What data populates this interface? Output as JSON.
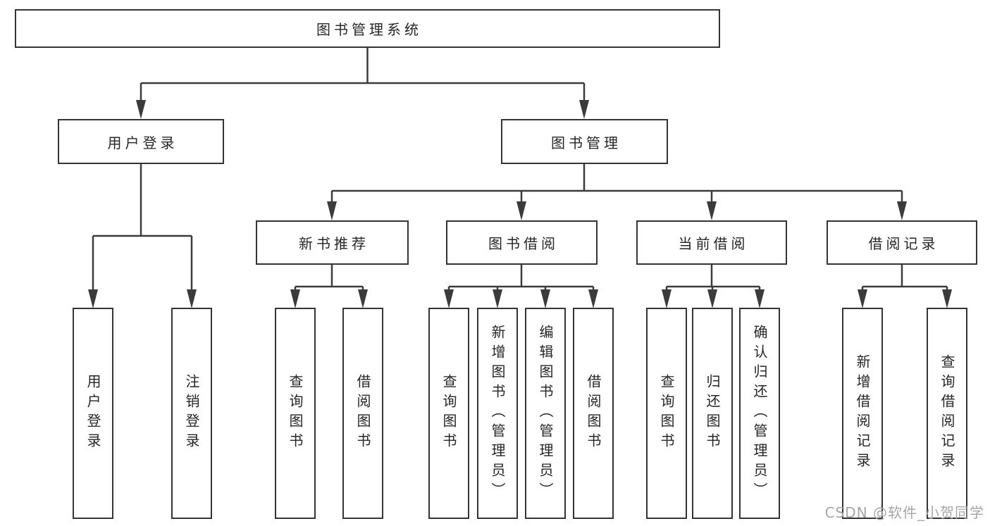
{
  "diagram_type": "functional-structure-tree",
  "colors": {
    "background": "#ffffff",
    "line": "#3b3b3b",
    "box_border": "#343434",
    "text": "#262626",
    "watermark": "#a6a6a6"
  },
  "tree": {
    "label": "图书管理系统",
    "children": [
      {
        "label": "用户登录",
        "children": [
          {
            "label": "用户登录"
          },
          {
            "label": "注销登录"
          }
        ]
      },
      {
        "label": "图书管理",
        "children": [
          {
            "label": "新书推荐",
            "children": [
              {
                "label": "查询图书"
              },
              {
                "label": "借阅图书"
              }
            ]
          },
          {
            "label": "图书借阅",
            "children": [
              {
                "label": "查询图书"
              },
              {
                "label": "新增图书（管理员）"
              },
              {
                "label": "编辑图书（管理员）"
              },
              {
                "label": "借阅图书"
              }
            ]
          },
          {
            "label": "当前借阅",
            "children": [
              {
                "label": "查询图书"
              },
              {
                "label": "归还图书"
              },
              {
                "label": "确认归还（管理员）"
              }
            ]
          },
          {
            "label": "借阅记录",
            "children": [
              {
                "label": "新增借阅记录"
              },
              {
                "label": "查询借阅记录"
              }
            ]
          }
        ]
      }
    ]
  },
  "watermark": {
    "text": "CSDN @软件_小贺同学"
  }
}
